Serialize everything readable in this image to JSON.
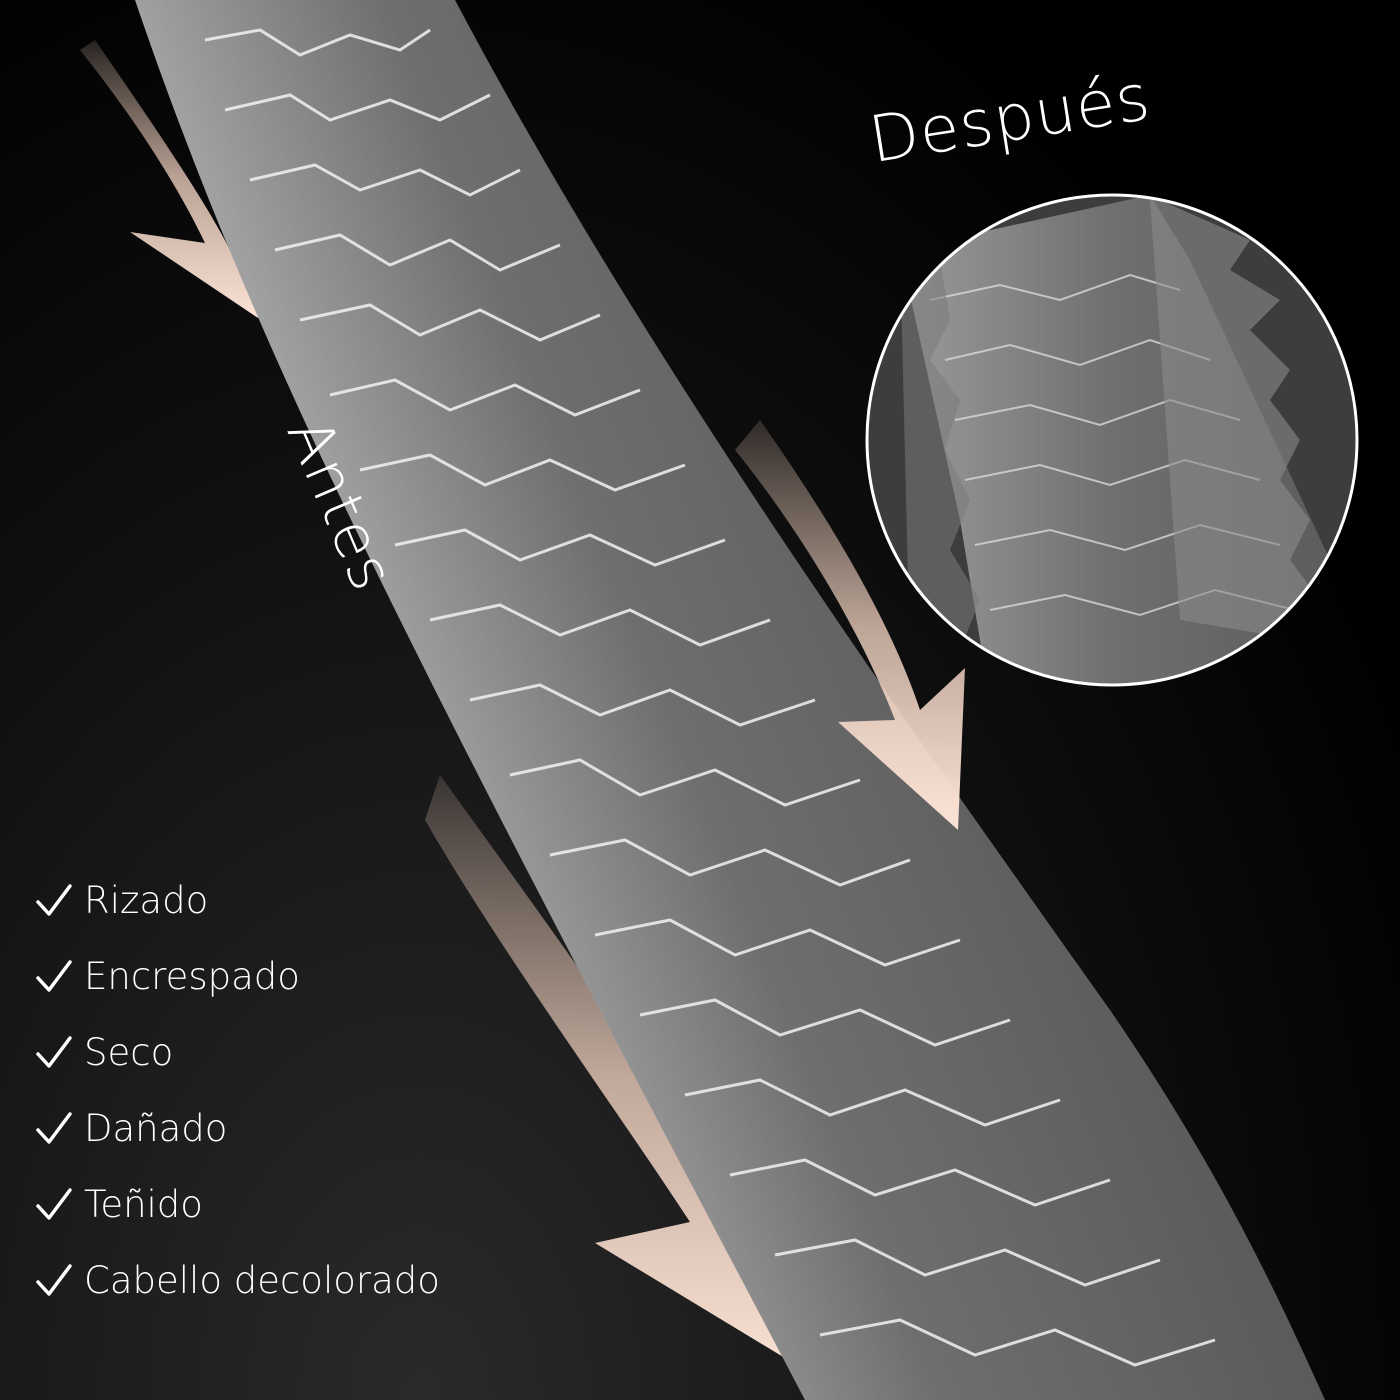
{
  "labels": {
    "after": "Después",
    "before": "Antes"
  },
  "checklist": [
    {
      "label": "Rizado"
    },
    {
      "label": "Encrespado"
    },
    {
      "label": "Seco"
    },
    {
      "label": "Dañado"
    },
    {
      "label": "Teñido"
    },
    {
      "label": "Cabello decolorado"
    }
  ],
  "colors": {
    "background": "#000000",
    "arrow": "#f6d6c4",
    "text": "#ffffff",
    "hair": "#8a8a8a"
  }
}
